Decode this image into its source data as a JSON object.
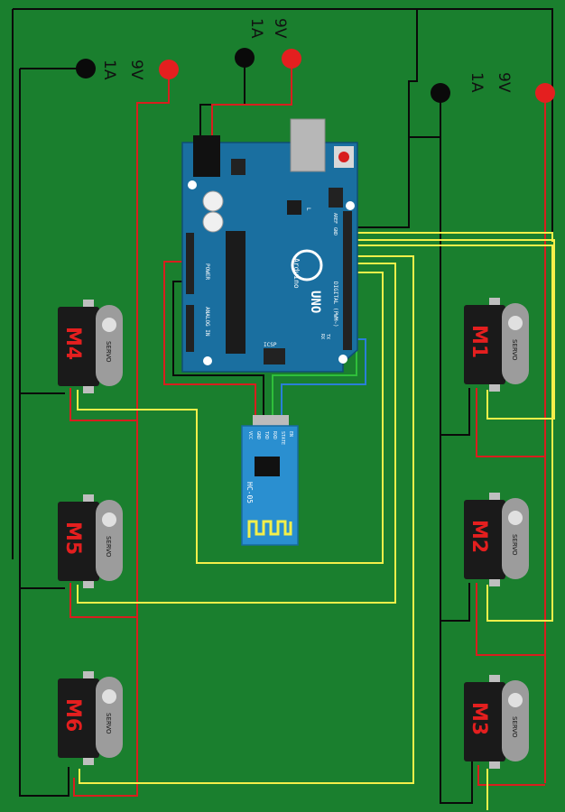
{
  "power_terminals": [
    {
      "voltage": "9V",
      "current": "1A"
    },
    {
      "voltage": "9V",
      "current": "1A"
    },
    {
      "voltage": "9V",
      "current": "1A"
    }
  ],
  "motors": [
    "M1",
    "M2",
    "M3",
    "M4",
    "M5",
    "M6"
  ],
  "servo_text": "SERVO",
  "arduino": {
    "brand": "Arduino",
    "model": "UNO",
    "digital_header": "DIGITAL (PWM~)",
    "analog_header": "ANALOG IN",
    "power_header": "POWER",
    "icsp": "ICSP",
    "pin_aref": "AREF",
    "pin_gnd": "GND",
    "pin_tx": "TX",
    "pin_rx": "RX",
    "pin_l": "L"
  },
  "bluetooth": {
    "module": "HC-05",
    "pins": [
      "VCC",
      "GND",
      "TXD",
      "RXD",
      "STATE",
      "EN"
    ]
  },
  "colors": {
    "board_bg": "#1a7f2e",
    "wire_black": "#0a0a0a",
    "wire_red": "#d81e1e",
    "wire_yellow": "#f3ef4a",
    "wire_green": "#2fbf3a",
    "wire_blue": "#2a7fd8",
    "arduino_blue": "#1a6fa0",
    "servo_body": "#1a1a1a",
    "servo_horn": "#9c9c9c"
  }
}
